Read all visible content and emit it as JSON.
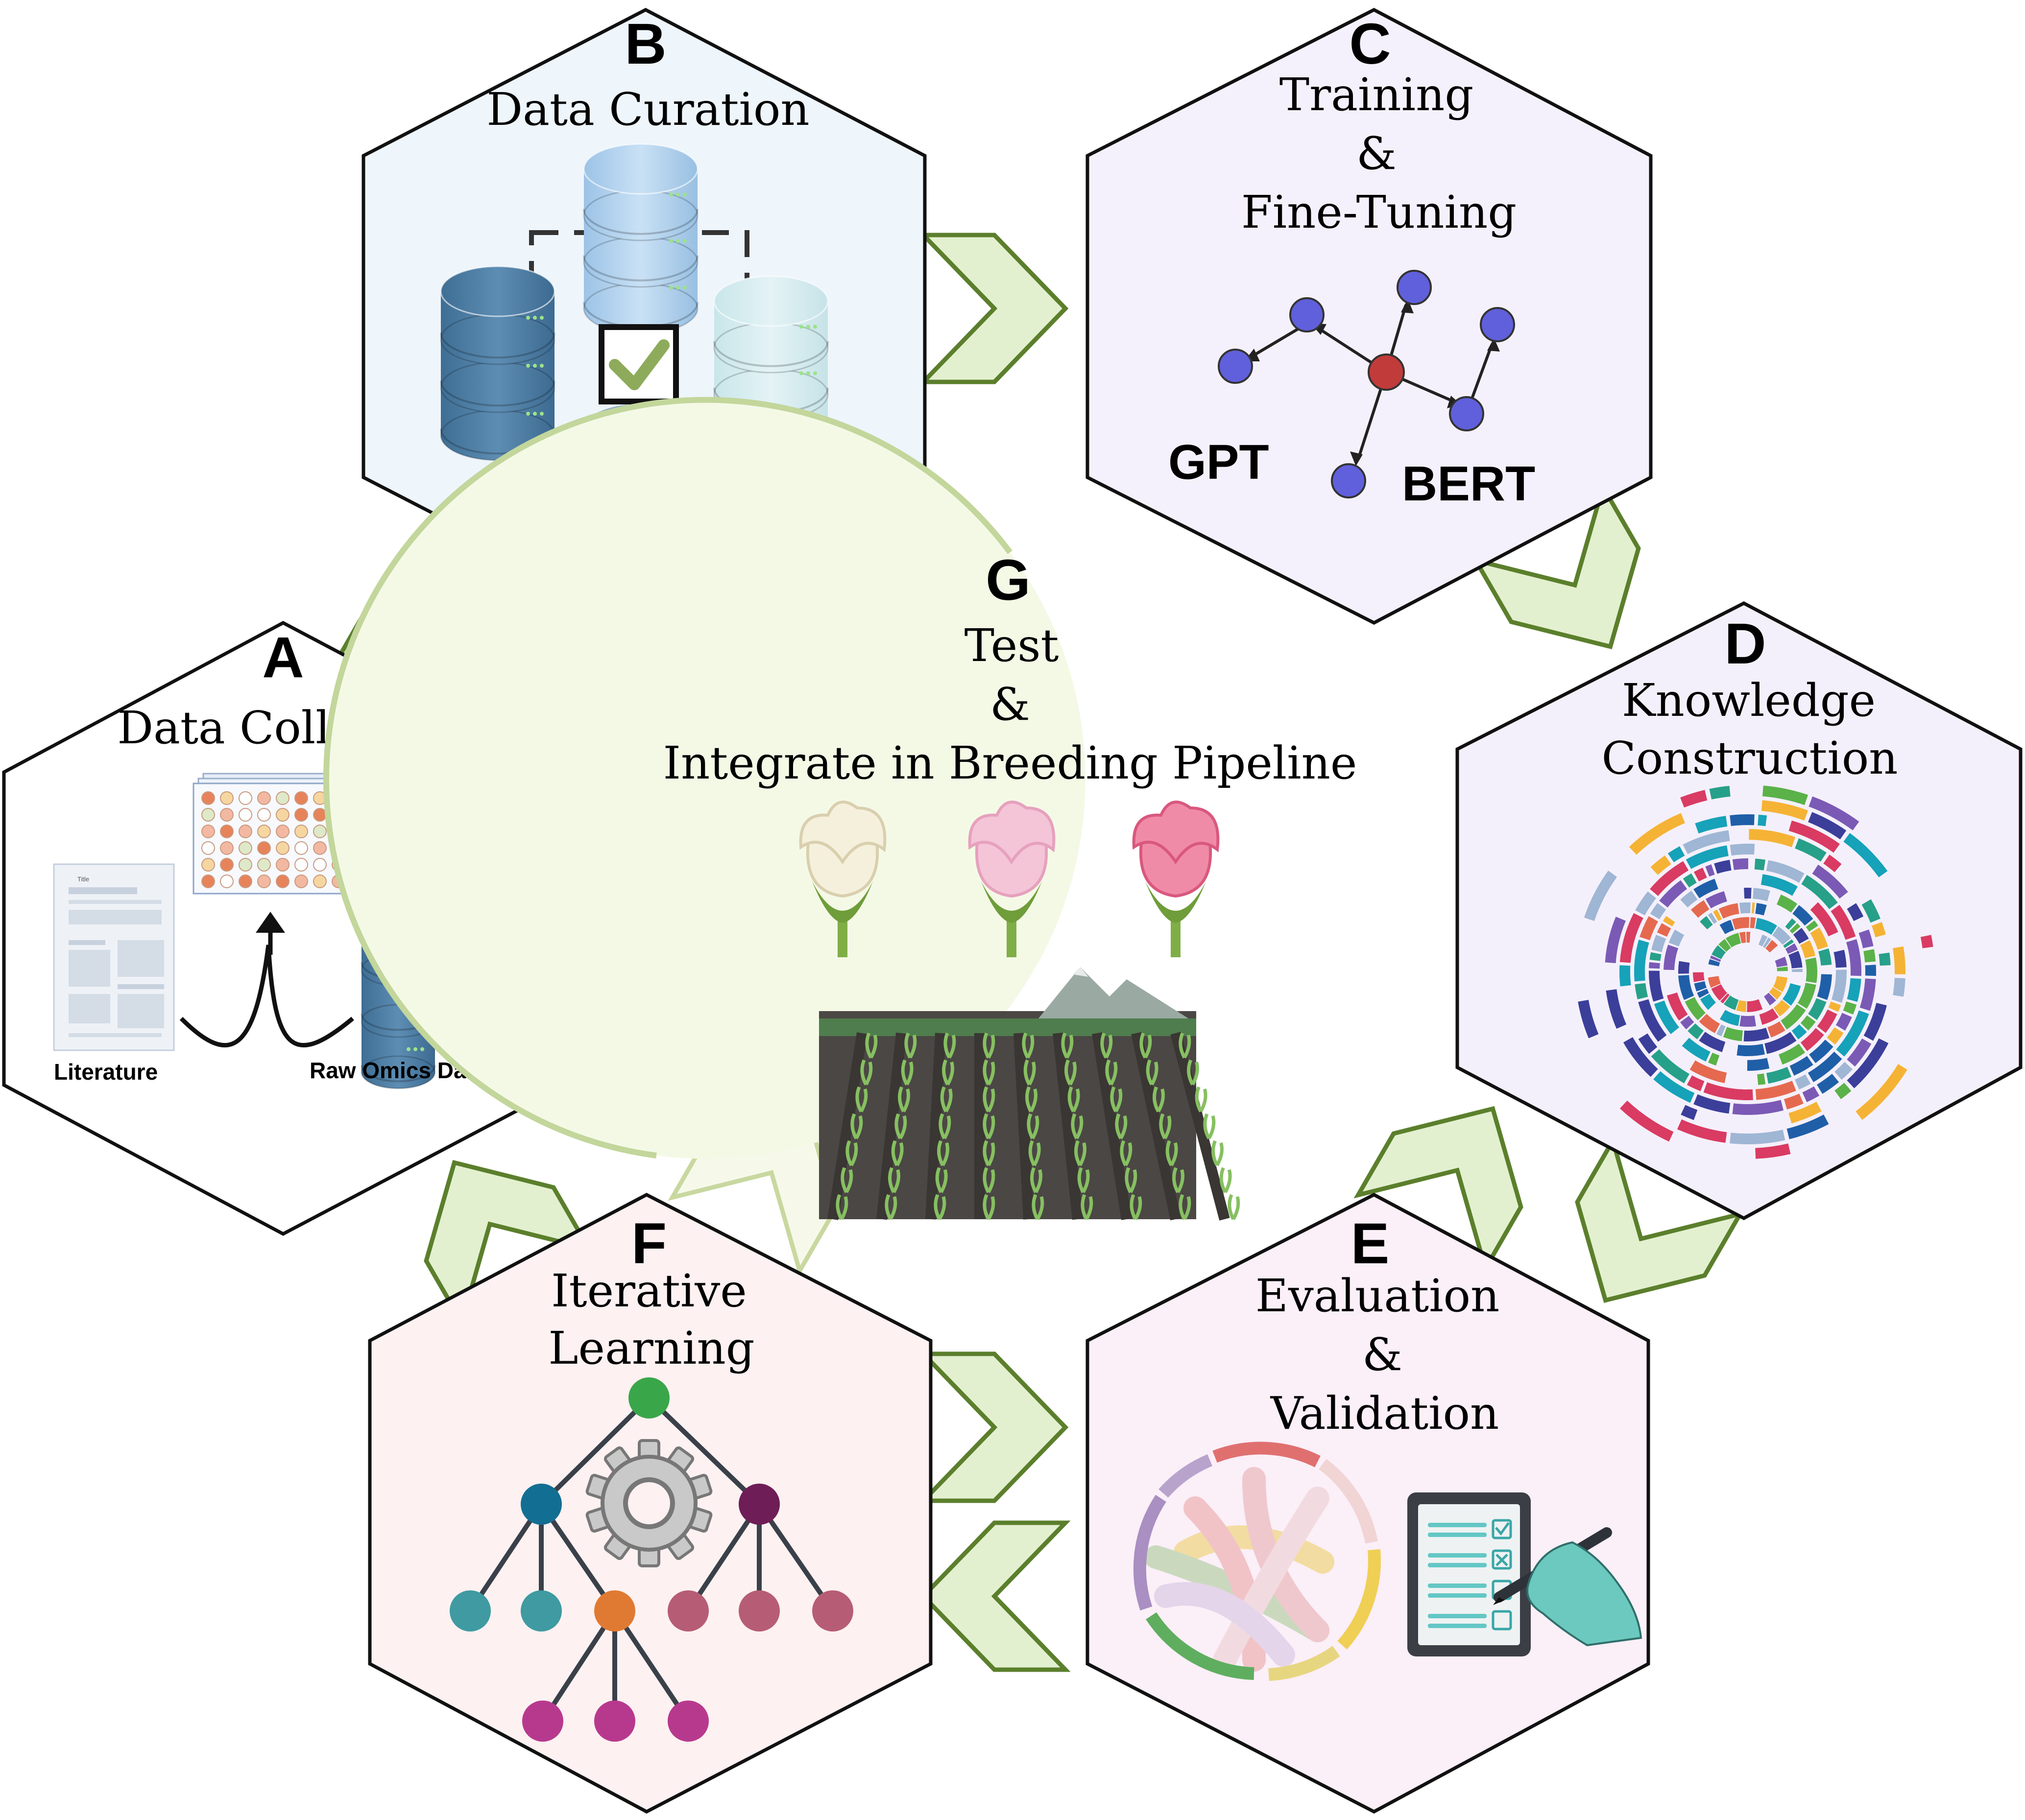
{
  "colors": {
    "outline": "#111111",
    "arrow_fill": "#e3f0cf",
    "arrow_stroke": "#5b7f2c",
    "panel_a": "#ffffff",
    "panel_b": "#eef5fb",
    "panel_c": "#f5f1fc",
    "panel_d": "#f4f0fb",
    "panel_e": "#fbeff8",
    "panel_f": "#fdf1f1",
    "circle_g": "#f4f9e6"
  },
  "panels": {
    "a": {
      "letter": "A",
      "title": "Data Collection",
      "literature_label": "Literature",
      "database_label": "Raw Omics Database",
      "doc_title": "Title"
    },
    "b": {
      "letter": "B",
      "title": "Data Curation"
    },
    "c": {
      "letter": "C",
      "title_line1": "Training",
      "title_line2": "&",
      "title_line3": "Fine-Tuning",
      "model1": "GPT",
      "model2": "BERT"
    },
    "d": {
      "letter": "D",
      "title_line1": "Knowledge",
      "title_line2": "Construction"
    },
    "e": {
      "letter": "E",
      "title_line1": "Evaluation",
      "title_line2": "&",
      "title_line3": "Validation"
    },
    "f": {
      "letter": "F",
      "title_line1": "Iterative",
      "title_line2": "Learning"
    },
    "g": {
      "letter": "G",
      "title_line1": "Test",
      "title_line2": "&",
      "title_line3": "Integrate in Breeding Pipeline"
    }
  },
  "icons": {
    "database": "database-icon",
    "check": "checkmark-icon",
    "network": "network-graph-icon",
    "radial": "radial-chart-icon",
    "chord": "chord-diagram-icon",
    "checklist": "checklist-icon",
    "tree": "tree-graph-icon",
    "gear": "gear-icon",
    "flower": "cotton-flower-icon",
    "field": "crop-field-icon",
    "arrow": "chevron-arrow-icon"
  }
}
